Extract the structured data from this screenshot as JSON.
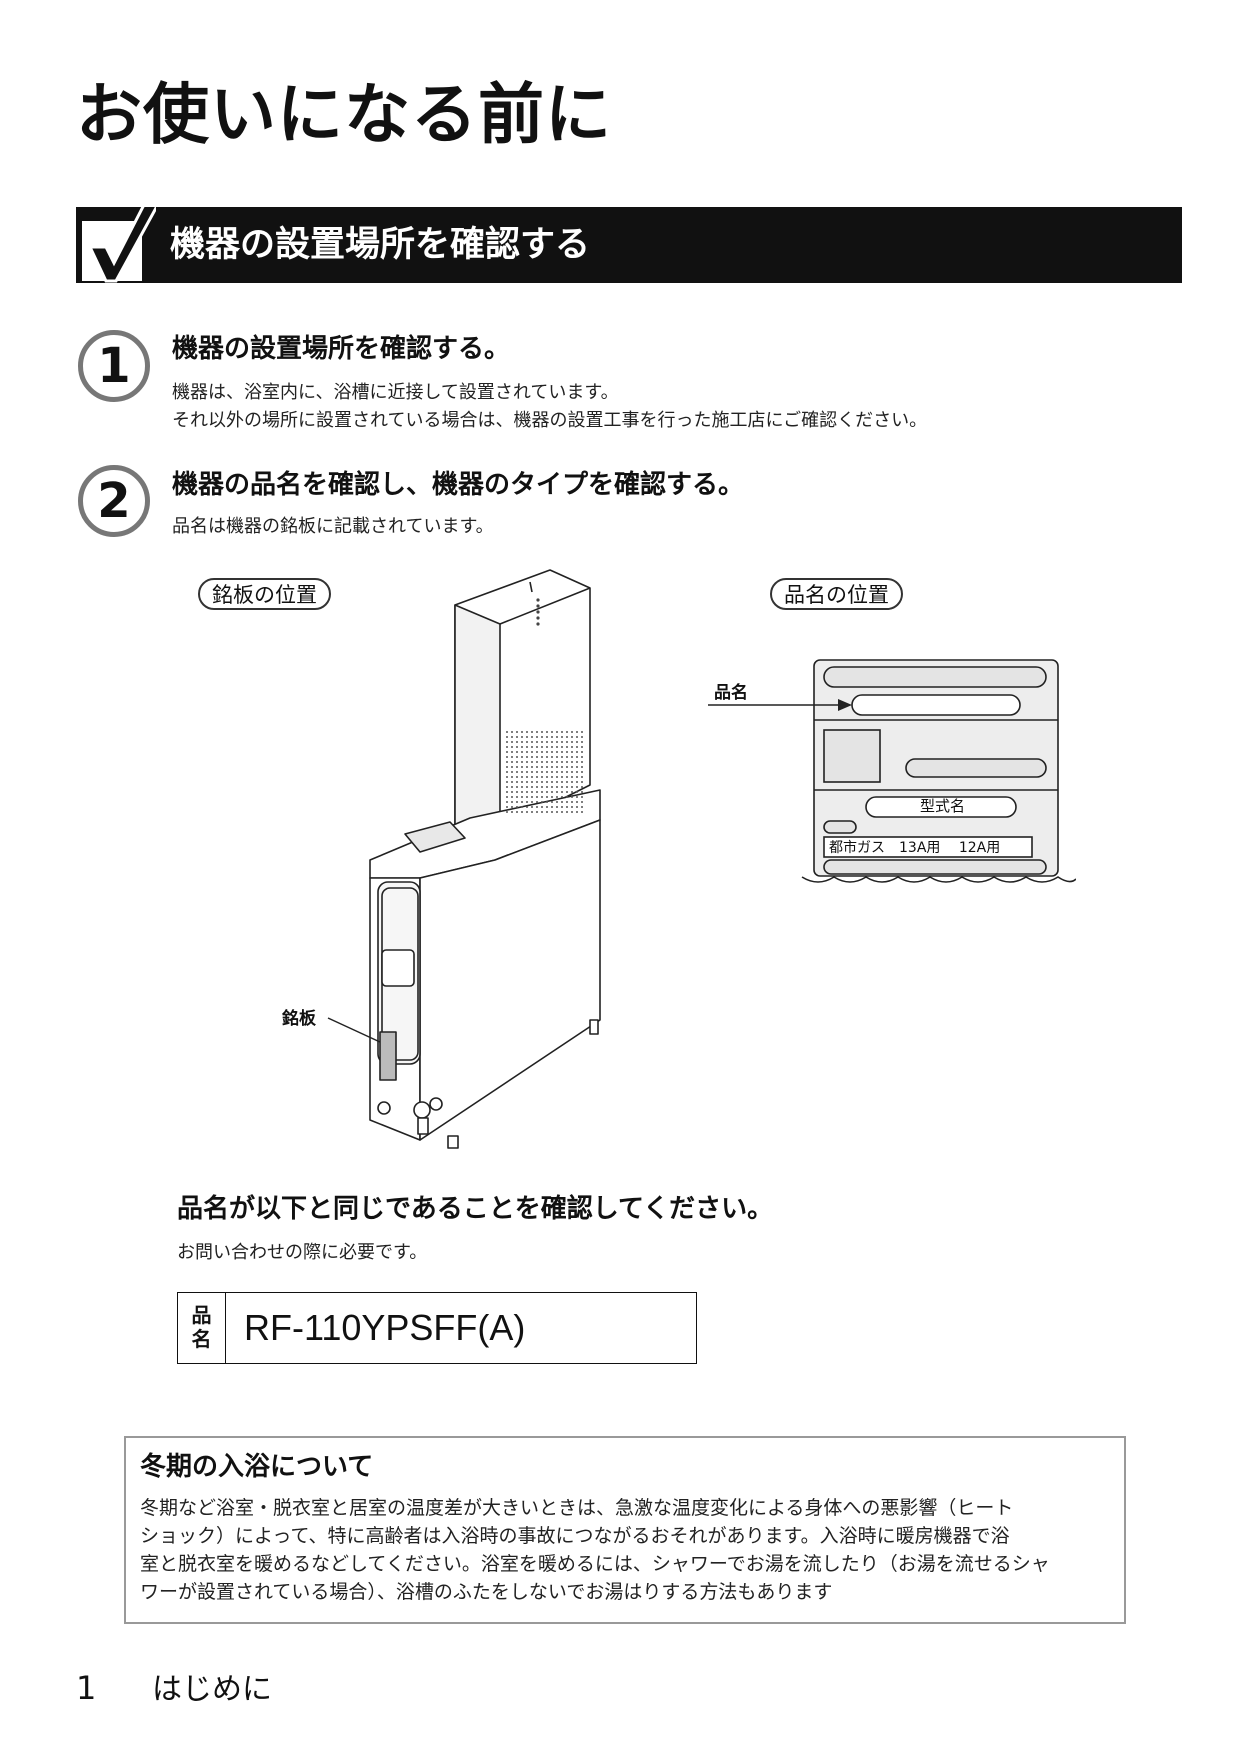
{
  "page_title": "お使いになる前に",
  "section": {
    "title": "機器の設置場所を確認する"
  },
  "steps": [
    {
      "number": "1",
      "title": "機器の設置場所を確認する。",
      "lines": [
        "機器は、浴室内に、浴槽に近接して設置されています。",
        "それ以外の場所に設置されている場合は、機器の設置工事を行った施工店にご確認ください。"
      ]
    },
    {
      "number": "2",
      "title": "機器の品名を確認し、機器のタイプを確認する。",
      "lines": [
        "品名は機器の銘板に記載されています。"
      ]
    }
  ],
  "figure": {
    "left_label": "銘板の位置",
    "right_label": "品名の位置",
    "plate_callout": "銘板",
    "name_callout": "品名",
    "model_field": "型式名",
    "gas_text": "都市ガス　13A用　 12A用"
  },
  "confirm": {
    "title": "品名が以下と同じであることを確認してください。",
    "subtitle": "お問い合わせの際に必要です。",
    "key_line1": "品",
    "key_line2": "名",
    "model": "RF-110YPSFF(A)"
  },
  "note": {
    "title": "冬期の入浴について",
    "lines": [
      "冬期など浴室・脱衣室と居室の温度差が大きいときは、急激な温度変化による身体への悪影響（ヒート",
      "ショック）によって、特に高齢者は入浴時の事故につながるおそれがあります。入浴時に暖房機器で浴",
      "室と脱衣室を暖めるなどしてください。浴室を暖めるには、シャワーでお湯を流したり（お湯を流せるシャ",
      "ワーが設置されている場合）、浴槽のふたをしないでお湯はりする方法もあります"
    ]
  },
  "footer": {
    "page_number": "1",
    "section": "はじめに"
  }
}
